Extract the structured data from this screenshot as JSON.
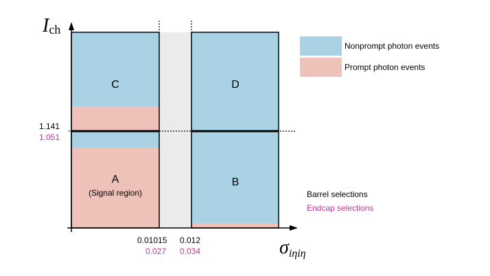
{
  "axes": {
    "y_label_main": "I",
    "y_label_sub": "ch",
    "x_label_main": "σ",
    "x_label_sub": "iηiη"
  },
  "thresholds": {
    "y_barrel": "1.141",
    "y_endcap": "1.051",
    "x_barrel_1": "0.01015",
    "x_endcap_1": "0.027",
    "x_barrel_2": "0.012",
    "x_endcap_2": "0.034"
  },
  "regions": {
    "a_label": "A",
    "a_sublabel": "(Signal region)",
    "b_label": "B",
    "c_label": "C",
    "d_label": "D"
  },
  "legend": {
    "nonprompt_label": "Nonprompt photon events",
    "prompt_label": "Prompt photon events",
    "barrel_label": "Barrel selections",
    "endcap_label": "Endcap selections"
  },
  "colors": {
    "nonprompt": "#a9d2e5",
    "prompt": "#eec2b8",
    "gap": "#ebebeb",
    "endcap_text": "#cc3399",
    "barrel_text": "#000000"
  }
}
